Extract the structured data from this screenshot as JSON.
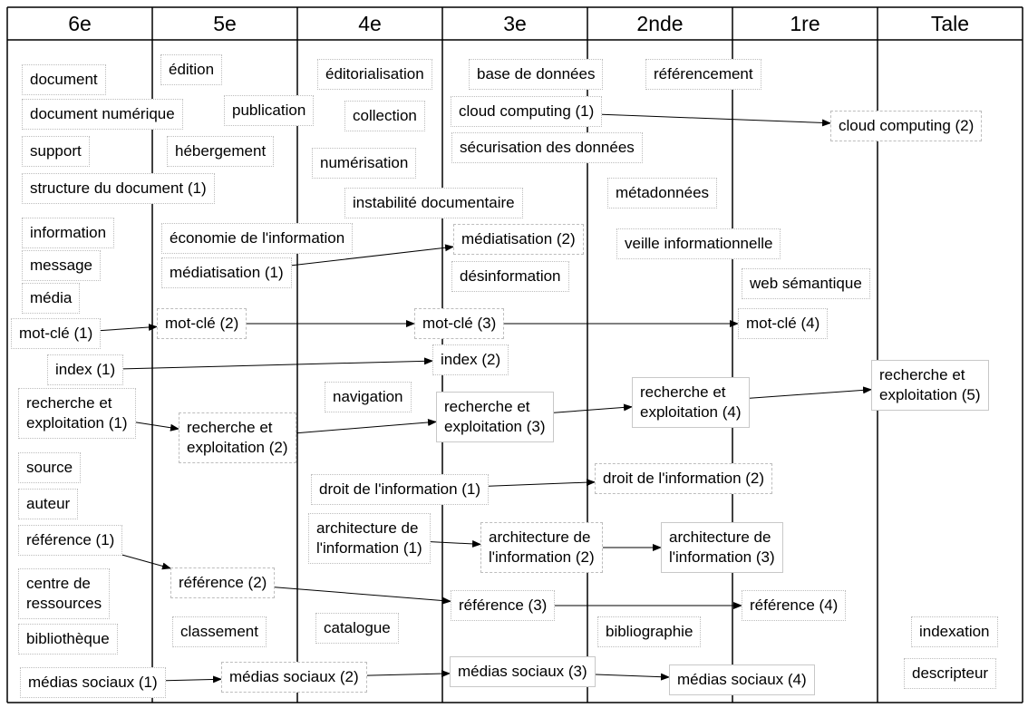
{
  "title": "",
  "levels": [
    "6e",
    "5e",
    "4e",
    "3e",
    "2nde",
    "1re",
    "Tale"
  ],
  "terms": [
    {
      "id": "document",
      "label": "document"
    },
    {
      "id": "document-numerique",
      "label": "document numérique"
    },
    {
      "id": "support",
      "label": "support"
    },
    {
      "id": "structure-document-1",
      "label": "structure du document (1)"
    },
    {
      "id": "information",
      "label": "information"
    },
    {
      "id": "message",
      "label": "message"
    },
    {
      "id": "media",
      "label": "média"
    },
    {
      "id": "mot-cle-1",
      "label": "mot-clé (1)"
    },
    {
      "id": "index-1",
      "label": "index (1)"
    },
    {
      "id": "recherche-1",
      "label": "recherche et\nexploitation (1)"
    },
    {
      "id": "source",
      "label": "source"
    },
    {
      "id": "auteur",
      "label": "auteur"
    },
    {
      "id": "reference-1",
      "label": "référence (1)"
    },
    {
      "id": "centre-ressources",
      "label": "centre de\nressources"
    },
    {
      "id": "bibliotheque",
      "label": "bibliothèque"
    },
    {
      "id": "medias-sociaux-1",
      "label": "médias sociaux (1)"
    },
    {
      "id": "edition",
      "label": "édition"
    },
    {
      "id": "publication",
      "label": "publication"
    },
    {
      "id": "hebergement",
      "label": "hébergement"
    },
    {
      "id": "economie-information",
      "label": "économie de l'information"
    },
    {
      "id": "mediatisation-1",
      "label": "médiatisation (1)"
    },
    {
      "id": "mot-cle-2",
      "label": "mot-clé (2)"
    },
    {
      "id": "recherche-2",
      "label": "recherche et\nexploitation (2)"
    },
    {
      "id": "reference-2",
      "label": "référence (2)"
    },
    {
      "id": "classement",
      "label": "classement"
    },
    {
      "id": "medias-sociaux-2",
      "label": "médias sociaux (2)"
    },
    {
      "id": "editorialisation",
      "label": "éditorialisation"
    },
    {
      "id": "collection",
      "label": "collection"
    },
    {
      "id": "numerisation",
      "label": "numérisation"
    },
    {
      "id": "instabilite-documentaire",
      "label": "instabilité documentaire"
    },
    {
      "id": "navigation",
      "label": "navigation"
    },
    {
      "id": "droit-information-1",
      "label": "droit de l'information (1)"
    },
    {
      "id": "architecture-1",
      "label": "architecture de\nl'information (1)"
    },
    {
      "id": "catalogue",
      "label": "catalogue"
    },
    {
      "id": "base-donnees",
      "label": "base de données"
    },
    {
      "id": "cloud-computing-1",
      "label": "cloud computing (1)"
    },
    {
      "id": "securisation-donnees",
      "label": "sécurisation des données"
    },
    {
      "id": "mediatisation-2",
      "label": "médiatisation (2)"
    },
    {
      "id": "desinformation",
      "label": "désinformation"
    },
    {
      "id": "mot-cle-3",
      "label": "mot-clé (3)"
    },
    {
      "id": "index-2",
      "label": "index (2)"
    },
    {
      "id": "recherche-3",
      "label": "recherche et\nexploitation (3)"
    },
    {
      "id": "architecture-2",
      "label": "architecture de\nl'information (2)"
    },
    {
      "id": "reference-3",
      "label": "référence (3)"
    },
    {
      "id": "medias-sociaux-3",
      "label": "médias sociaux (3)"
    },
    {
      "id": "referencement",
      "label": "référencement"
    },
    {
      "id": "metadonnees",
      "label": "métadonnées"
    },
    {
      "id": "veille-informationnelle",
      "label": "veille informationnelle"
    },
    {
      "id": "recherche-4",
      "label": "recherche et\nexploitation (4)"
    },
    {
      "id": "droit-information-2",
      "label": "droit de l'information (2)"
    },
    {
      "id": "architecture-3",
      "label": "architecture de\nl'information (3)"
    },
    {
      "id": "bibliographie",
      "label": "bibliographie"
    },
    {
      "id": "web-semantique",
      "label": "web sémantique"
    },
    {
      "id": "mot-cle-4",
      "label": "mot-clé (4)"
    },
    {
      "id": "reference-4",
      "label": "référence (4)"
    },
    {
      "id": "medias-sociaux-4",
      "label": "médias sociaux (4)"
    },
    {
      "id": "cloud-computing-2",
      "label": "cloud computing (2)"
    },
    {
      "id": "recherche-5",
      "label": "recherche et\nexploitation (5)"
    },
    {
      "id": "indexation",
      "label": "indexation"
    },
    {
      "id": "descripteur",
      "label": "descripteur"
    }
  ],
  "links": [
    {
      "from": "cloud-computing-1",
      "to": "cloud-computing-2"
    },
    {
      "from": "mediatisation-1",
      "to": "mediatisation-2"
    },
    {
      "from": "mot-cle-1",
      "to": "mot-cle-2"
    },
    {
      "from": "mot-cle-2",
      "to": "mot-cle-3"
    },
    {
      "from": "mot-cle-3",
      "to": "mot-cle-4"
    },
    {
      "from": "index-1",
      "to": "index-2"
    },
    {
      "from": "recherche-1",
      "to": "recherche-2"
    },
    {
      "from": "recherche-2",
      "to": "recherche-3"
    },
    {
      "from": "recherche-3",
      "to": "recherche-4"
    },
    {
      "from": "recherche-4",
      "to": "recherche-5"
    },
    {
      "from": "droit-information-1",
      "to": "droit-information-2"
    },
    {
      "from": "architecture-1",
      "to": "architecture-2"
    },
    {
      "from": "architecture-2",
      "to": "architecture-3"
    },
    {
      "from": "reference-1",
      "to": "reference-2"
    },
    {
      "from": "reference-2",
      "to": "reference-3"
    },
    {
      "from": "reference-3",
      "to": "reference-4"
    },
    {
      "from": "medias-sociaux-1",
      "to": "medias-sociaux-2"
    },
    {
      "from": "medias-sociaux-2",
      "to": "medias-sociaux-3"
    },
    {
      "from": "medias-sociaux-3",
      "to": "medias-sociaux-4"
    }
  ]
}
